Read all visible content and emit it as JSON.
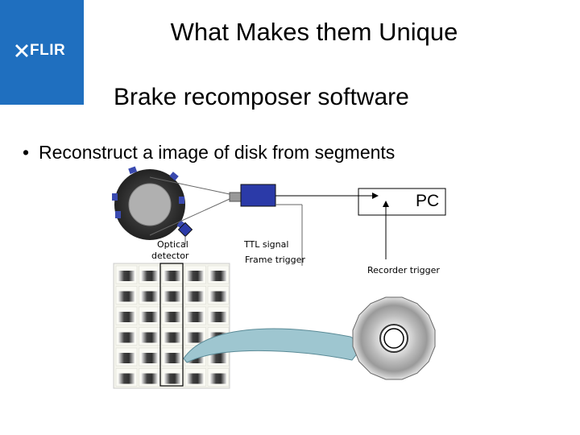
{
  "slide": {
    "title": "What Makes them Unique",
    "subtitle": "Brake recomposer software",
    "bullet": "Reconstruct a image of disk from segments"
  },
  "logo": {
    "text": "FLIR",
    "color": "#1f6fbf"
  },
  "diagram": {
    "pc_label": "PC",
    "optical_detector_line1": "Optical",
    "optical_detector_line2": "detector",
    "ttl_signal": "TTL signal",
    "frame_trigger": "Frame trigger",
    "recorder_trigger": "Recorder trigger",
    "camera_color": "#2b3aa8",
    "arrow_color": "#9ec6d0"
  }
}
